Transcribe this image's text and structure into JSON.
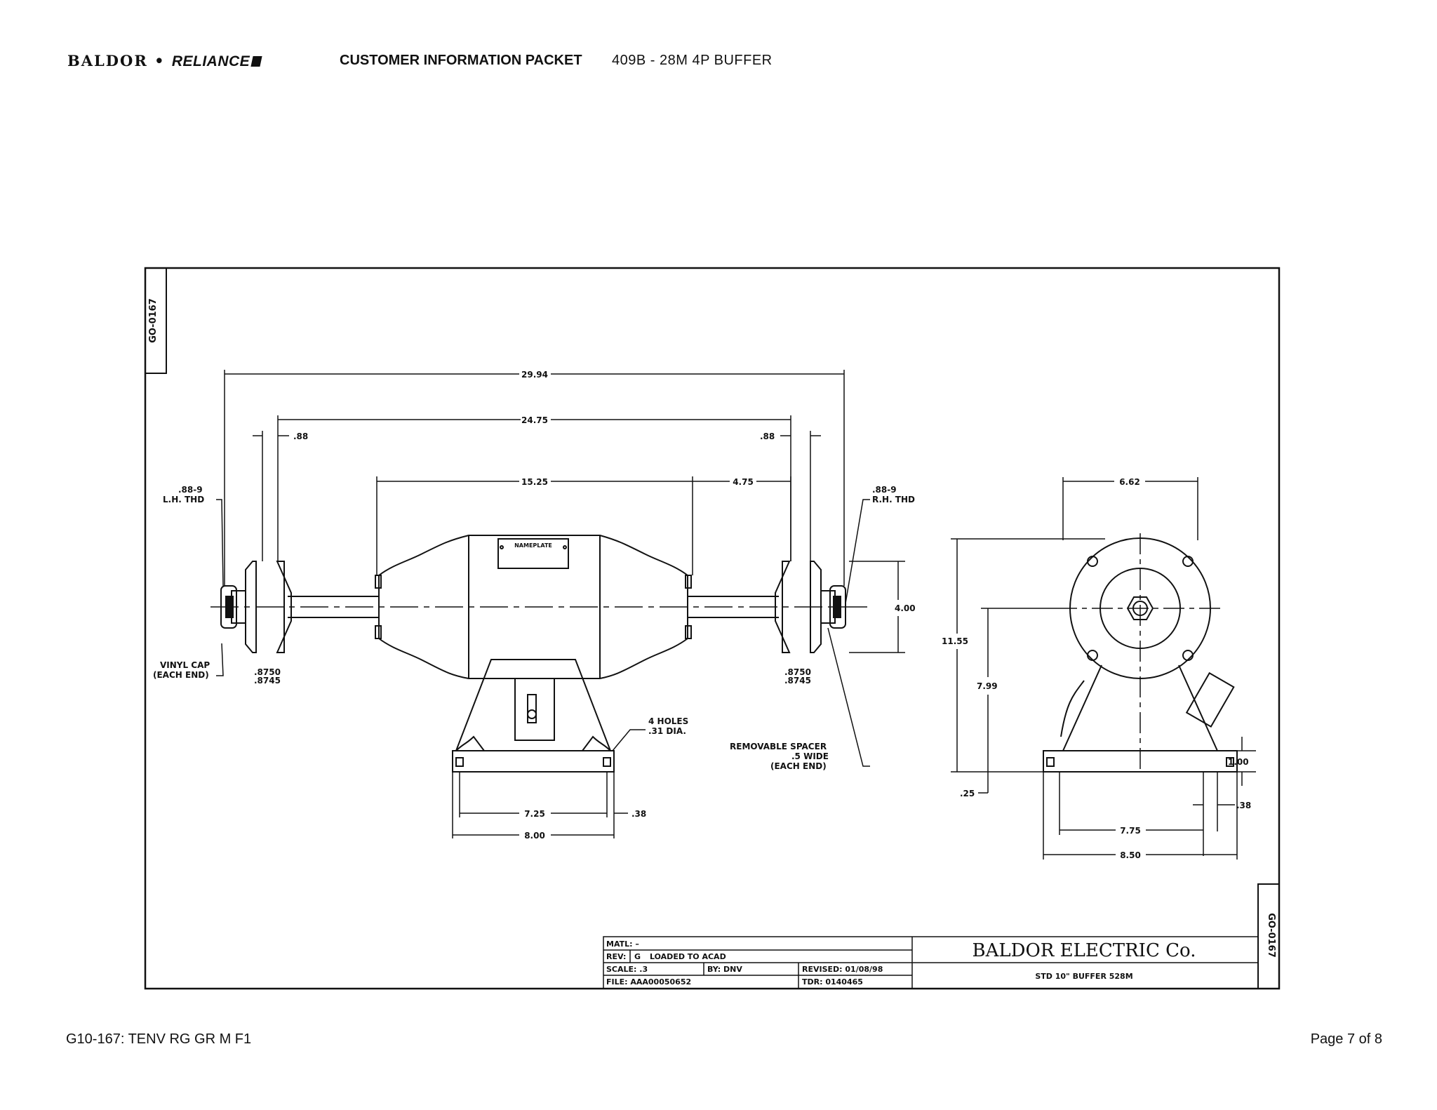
{
  "header": {
    "logo_baldor": "BALDOR",
    "logo_dot": "•",
    "logo_reliance": "RELIANCE",
    "packet_title": "CUSTOMER INFORMATION PACKET",
    "model": "409B - 28M 4P BUFFER"
  },
  "drawing": {
    "drawing_no": "GO-0167",
    "nameplate": "NAMEPLATE",
    "dims": {
      "overall": "29.94",
      "between_flanges": "24.75",
      "flange_left": ".88",
      "flange_right": ".88",
      "housing": "15.25",
      "shaft_ext": "4.75",
      "wheel_dia": "4.00",
      "base_hole_span": "7.25",
      "base_width": "8.00",
      "base_hole_offset": ".38",
      "side_width_top": "6.62",
      "side_height": "11.55",
      "side_center_height": "7.99",
      "side_base_height": ".25",
      "side_foot_height": "1.00",
      "side_hole_offset": ".38",
      "side_hole_span": "7.75",
      "side_base_width": "8.50"
    },
    "notes": {
      "lh_thread_1": ".88-9",
      "lh_thread_2": "L.H. THD",
      "rh_thread_1": ".88-9",
      "rh_thread_2": "R.H. THD",
      "vinyl_1": "VINYL CAP",
      "vinyl_2": "(EACH END)",
      "shaft_left_1": ".8750",
      "shaft_left_2": ".8745",
      "shaft_right_1": ".8750",
      "shaft_right_2": ".8745",
      "holes_1": "4 HOLES",
      "holes_2": ".31 DIA.",
      "spacer_1": "REMOVABLE SPACER",
      "spacer_2": ".5 WIDE",
      "spacer_3": "(EACH END)"
    },
    "title_block": {
      "matl": "MATL: –",
      "rev_label": "REV:",
      "rev": "G",
      "rev_desc": "LOADED TO ACAD",
      "scale": "SCALE: .3",
      "by": "BY: DNV",
      "revised": "REVISED:  01/08/98",
      "file": "FILE:    AAA00050652",
      "tdr": "TDR: 0140465",
      "company": "BALDOR ELECTRIC Co.",
      "description": "STD 10\" BUFFER 528M"
    }
  },
  "footer": {
    "doc_id": "G10-167: TENV RG GR M  F1",
    "page": "Page 7 of 8"
  }
}
